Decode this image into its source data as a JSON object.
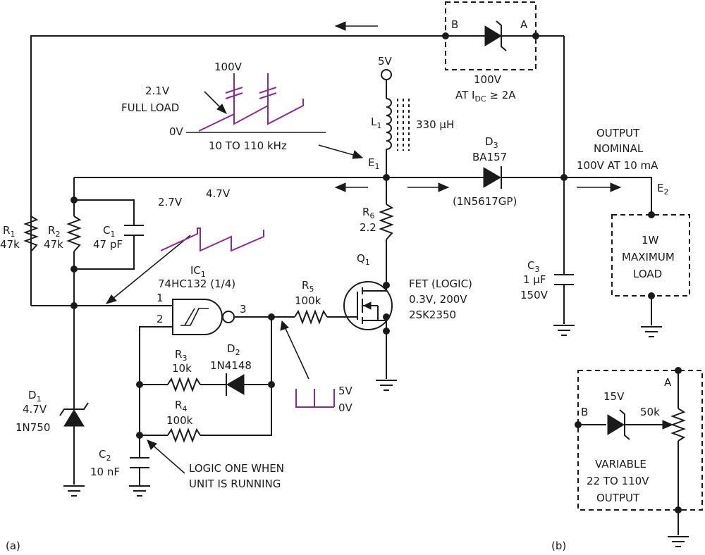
{
  "figure_labels": {
    "a": "(a)",
    "b": "(b)"
  },
  "components": {
    "R1": {
      "ref": "R",
      "sub": "1",
      "value": "47k"
    },
    "R2": {
      "ref": "R",
      "sub": "2",
      "value": "47k"
    },
    "C1": {
      "ref": "C",
      "sub": "1",
      "value": "47 pF"
    },
    "D1": {
      "ref": "D",
      "sub": "1",
      "voltage": "4.7V",
      "part": "1N750"
    },
    "IC1": {
      "ref": "IC",
      "sub": "1",
      "part": "74HC132 (1/4)",
      "pin1": "1",
      "pin2": "2",
      "pin3": "3"
    },
    "R3": {
      "ref": "R",
      "sub": "3",
      "value": "10k"
    },
    "D2": {
      "ref": "D",
      "sub": "2",
      "part": "1N4148"
    },
    "R4": {
      "ref": "R",
      "sub": "4",
      "value": "100k"
    },
    "C2": {
      "ref": "C",
      "sub": "2",
      "value": "10 nF"
    },
    "R5": {
      "ref": "R",
      "sub": "5",
      "value": "100k"
    },
    "Q1": {
      "ref": "Q",
      "sub": "1",
      "line1": "FET (LOGIC)",
      "line2": "0.3V, 200V",
      "line3": "2SK2350"
    },
    "R6": {
      "ref": "R",
      "sub": "6",
      "value": "2.2"
    },
    "L1": {
      "ref": "L",
      "sub": "1",
      "value": "330 µH"
    },
    "D3": {
      "ref": "D",
      "sub": "3",
      "part": "BA157",
      "alt": "(1N5617GP)"
    },
    "C3": {
      "ref": "C",
      "sub": "3",
      "value1": "1 µF",
      "value2": "150V"
    },
    "zener_box": {
      "pin_b": "B",
      "pin_a": "A",
      "line1": "100V",
      "line2_pre": "AT I",
      "line2_sub": "DC",
      "line2_post": " ≥ 2A"
    }
  },
  "nodes": {
    "supply": "5V",
    "e1": {
      "ref": "E",
      "sub": "1"
    },
    "e2": {
      "ref": "E",
      "sub": "2"
    }
  },
  "annotations": {
    "output": [
      "OUTPUT",
      "NOMINAL",
      "100V AT 10 mA"
    ],
    "load": [
      "1W",
      "MAXIMUM",
      "LOAD"
    ],
    "logic_one": [
      "LOGIC ONE WHEN",
      "UNIT IS RUNNING"
    ],
    "waveform_e1": {
      "peak": "100V",
      "full_load_1": "2.1V",
      "full_load_2": "FULL LOAD",
      "zero": "0V",
      "freq": "10 TO 110 kHz"
    },
    "waveform_ic": {
      "low": "2.7V",
      "high": "4.7V"
    },
    "waveform_out": {
      "high": "5V",
      "low": "0V"
    }
  },
  "variable_box": {
    "pin_b": "B",
    "pin_a": "A",
    "zener": "15V",
    "pot": "50k",
    "text": [
      "VARIABLE",
      "22 TO 110V",
      "OUTPUT"
    ]
  }
}
